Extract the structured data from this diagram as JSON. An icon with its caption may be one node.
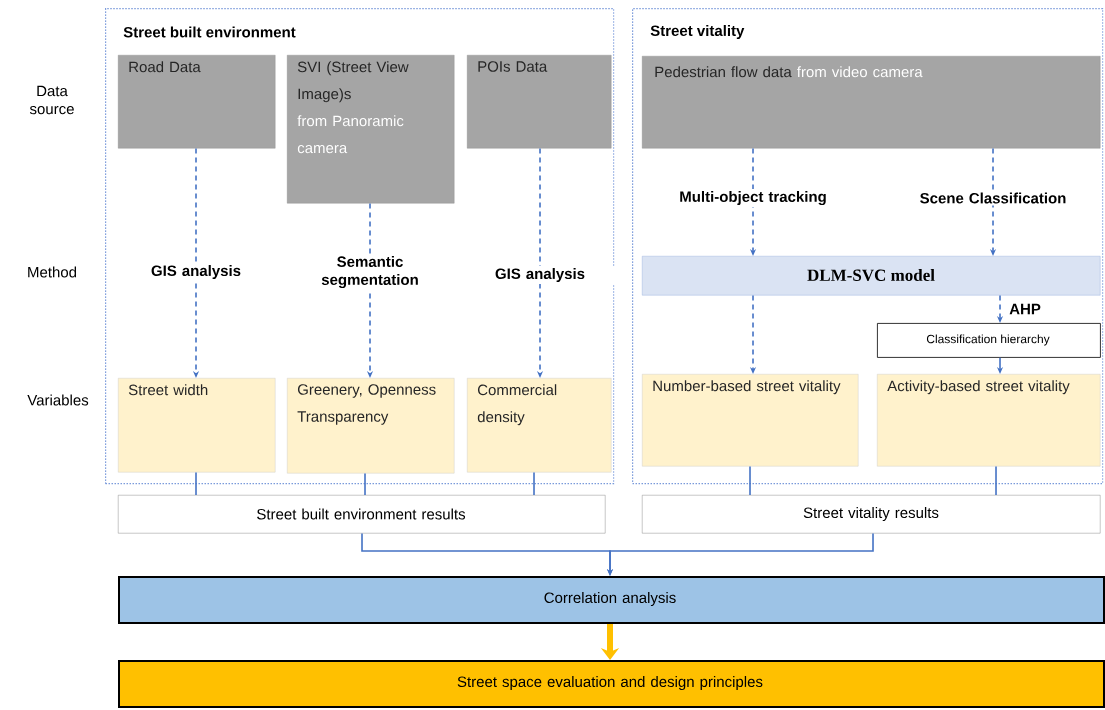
{
  "diagram": {
    "nodes": [
      {
        "text": [
          "Street built environment"
        ]
      },
      {
        "text": [
          "Road Data"
        ],
        "in": 0
      },
      {
        "text": [
          "SVI (Street View Image)s",
          "from Panoramic camera"
        ],
        "in": 0
      },
      {
        "text": [
          "POIs Data"
        ],
        "in": 0
      },
      {
        "text": [
          "Street width"
        ],
        "in": 0
      },
      {
        "text": [
          "Greenery, Openness Transparency"
        ],
        "in": 0
      },
      {
        "text": [
          "Commercial density"
        ],
        "in": 0
      },
      {
        "text": [
          "Street vitality"
        ]
      },
      {
        "text": [
          "Pedestrian flow data",
          "from video camera"
        ],
        "in": 7
      },
      {
        "text": [
          "DLM-SVC model"
        ],
        "in": 7
      },
      {
        "text": [
          "Classification hierarchy"
        ],
        "in": 7
      },
      {
        "text": [
          "Number-based street vitality"
        ],
        "in": 7
      },
      {
        "text": [
          "Activity-based street vitality"
        ],
        "in": 7
      },
      {
        "text": [
          "Street built environment results"
        ]
      },
      {
        "text": [
          "Street vitality results"
        ]
      },
      {
        "text": [
          "Correlation analysis"
        ]
      },
      {
        "text": [
          "Street space evaluation and design principles"
        ]
      }
    ],
    "edges": [
      {
        "from": 1,
        "to": 4,
        "arrow": "to",
        "label": "GIS analysis",
        "style": "dashed"
      },
      {
        "from": 2,
        "to": 5,
        "arrow": "to",
        "label": "Semantic segmentation",
        "style": "dashed"
      },
      {
        "from": 3,
        "to": 6,
        "arrow": "to",
        "label": "GIS analysis",
        "style": "dashed"
      },
      {
        "from": 8,
        "to": 9,
        "arrow": "to",
        "label": "Multi-object tracking",
        "style": "dashed"
      },
      {
        "from": 8,
        "to": 9,
        "arrow": "to",
        "label": "Scene Classification",
        "style": "dashed"
      },
      {
        "from": 9,
        "to": 11,
        "arrow": "to",
        "style": "dashed"
      },
      {
        "from": 9,
        "to": 10,
        "arrow": "to",
        "label": "AHP",
        "style": "dashed"
      },
      {
        "from": 10,
        "to": 12,
        "arrow": "to"
      },
      {
        "from": 4,
        "to": 13,
        "arrow": "none"
      },
      {
        "from": 5,
        "to": 13,
        "arrow": "none"
      },
      {
        "from": 6,
        "to": 13,
        "arrow": "none"
      },
      {
        "from": 11,
        "to": 14,
        "arrow": "none"
      },
      {
        "from": 12,
        "to": 14,
        "arrow": "none"
      },
      {
        "from": 13,
        "to": 15,
        "arrow": "to"
      },
      {
        "from": 14,
        "to": 15,
        "arrow": "to"
      },
      {
        "from": 15,
        "to": 16,
        "arrow": "to",
        "style": "thick",
        "color": "#ffc000"
      }
    ],
    "labels": [
      "Data source",
      "Method",
      "Variables"
    ]
  }
}
